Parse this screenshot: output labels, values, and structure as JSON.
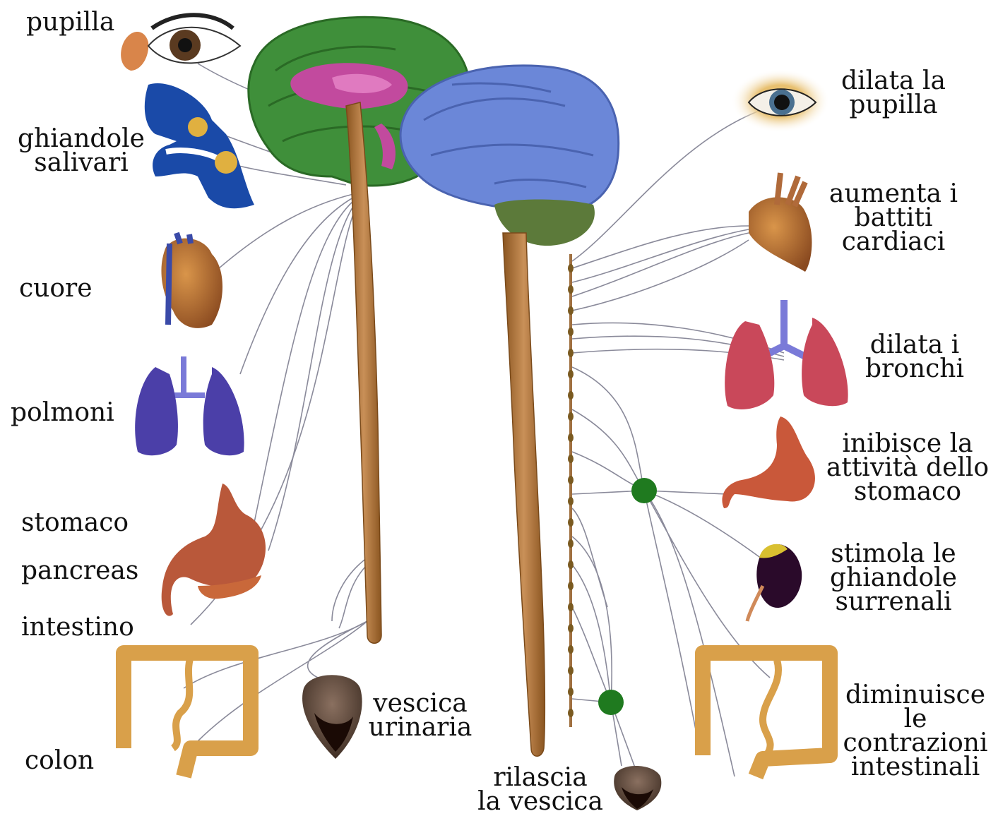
{
  "colors": {
    "cerebrum": "#3f8f3a",
    "brainstem_pink": "#c24a9e",
    "cerebrum_blue": "#6b87d8",
    "cerebellum": "#5c7a3a",
    "spinal_cord": "#b07840",
    "nerve": "#8a8a9a",
    "ganglion": "#1f7a1f",
    "organ_orange": "#c9854a",
    "lung_purple": "#4b3fa8",
    "lung_red": "#c9485a",
    "stomach": "#b9583a",
    "colon": "#d9a04a",
    "bladder": "#5a4030"
  },
  "icons": [
    "eye-icon",
    "salivary-gland-icon",
    "heart-icon",
    "lungs-icon",
    "stomach-icon",
    "pancreas-icon",
    "colon-icon",
    "bladder-icon",
    "adrenal-gland-icon",
    "brain-icon",
    "spinal-cord-icon",
    "ganglion-icon"
  ],
  "left_labels": {
    "pupilla": "pupilla",
    "ghiandole": [
      "ghiandole",
      "salivari"
    ],
    "cuore": "cuore",
    "polmoni": "polmoni",
    "stomaco": "stomaco",
    "pancreas": "pancreas",
    "intestino": "intestino",
    "colon": "colon",
    "vescica": [
      "vescica",
      "urinaria"
    ]
  },
  "right_labels": {
    "pupilla": [
      "dilata la",
      "pupilla"
    ],
    "cuore": [
      "aumenta i",
      "battiti",
      "cardiaci"
    ],
    "bronchi": [
      "dilata i",
      "bronchi"
    ],
    "stomaco": [
      "inibisce la",
      "attività dello",
      "stomaco"
    ],
    "surrenali": [
      "stimola le",
      "ghiandole",
      "surrenali"
    ],
    "intestino": [
      "diminuisce",
      "le",
      "contrazioni",
      "intestinali"
    ],
    "vescica": [
      "rilascia",
      "la vescica"
    ]
  }
}
